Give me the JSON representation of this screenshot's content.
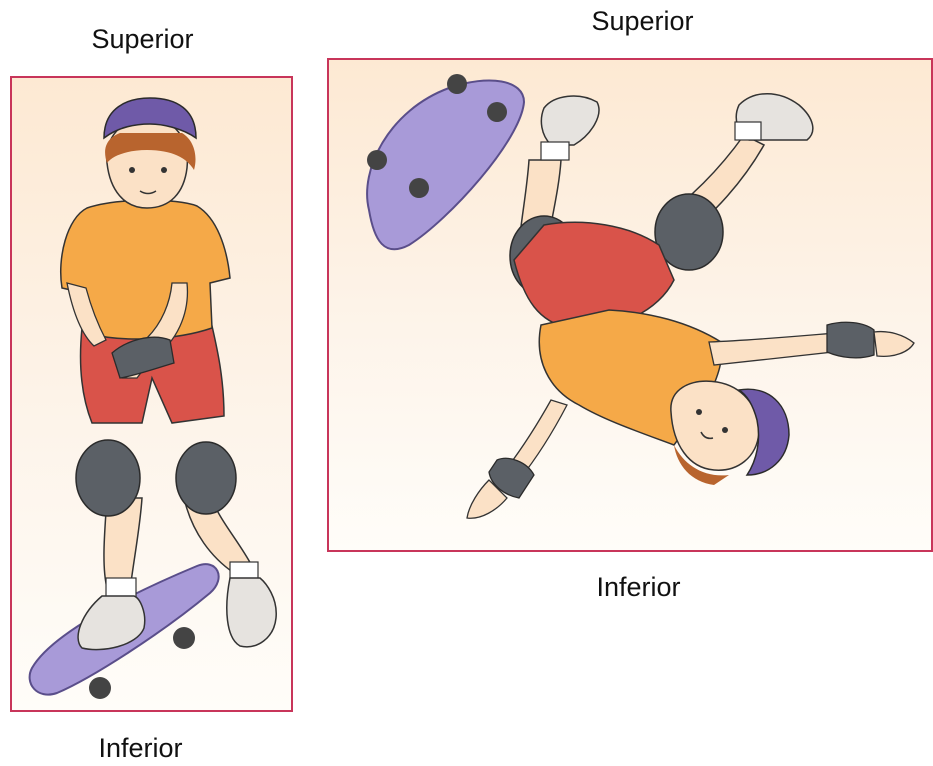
{
  "labels": {
    "left_superior": "Superior",
    "left_inferior": "Inferior",
    "right_superior": "Superior",
    "right_inferior": "Inferior"
  },
  "colors": {
    "frame": "#c8355a",
    "shirt": "#f5a948",
    "shorts": "#d9534a",
    "helmet": "#6f5aa8",
    "skateboard": "#a89ad8",
    "pads": "#5b6066",
    "skin": "#fbe1c6"
  }
}
